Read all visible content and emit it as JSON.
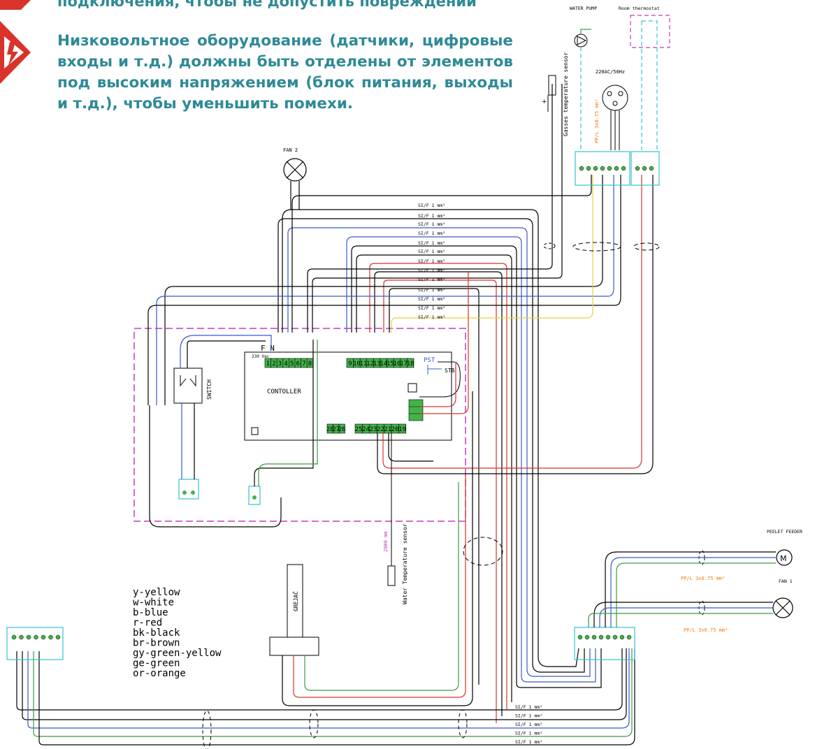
{
  "warning": {
    "top_line": "подключения, чтобы не допустить повреждений",
    "paragraph": "Низковольтное оборудование (датчики, цифровые входы и т.д.) должны быть отделены от элементов под высоким напряжением (блок питания, выходы и т.д.), чтобы уменьшить помехи."
  },
  "labels": {
    "water_pump": "WATER PUMP",
    "room_thermostat": "Room thermostat",
    "supply": "220AC/50Hz",
    "ppl_vertical": "PP/L 3x0.75 mm²",
    "gas_sensor": "Gasses temperature sensor",
    "fan2": "FAN 2",
    "switch": "SWITCH",
    "controller": "CONTOLLER",
    "pst": "PST",
    "stb": "STB",
    "supply_small": "230 Vac",
    "water_sensor": "Water Temperature sensor",
    "length": "2000 mm",
    "heater": "GREJAČ",
    "pellet_feeder": "PEELET FEEDER",
    "fan1": "FAN 1",
    "ppl_feeder": "PP/L 3x0.75 mm²",
    "ppl_fan1": "PP/L 3x0.75 mm²",
    "motor_symbol": "M",
    "fn": "F N"
  },
  "cable_labels": [
    "SI/F 1 mm²",
    "SI/F 1 mm²",
    "SI/F 1 mm²",
    "SI/F 1 mm²",
    "SI/F 1 mm²",
    "SI/F 1 mm²",
    "SI/F 1 mm²",
    "SI/F 1 mm²",
    "SI/F 1 mm²",
    "SI/F 1 mm²",
    "SI/F 1 mm²",
    "SI/F 1 mm²",
    "SI/F 1 mm²",
    "SI/F 1 mm²"
  ],
  "bottom_cable_labels": [
    "SI/F 1 mm²",
    "SI/F 1 mm²",
    "SI/F 1 mm²",
    "SI/F 1 mm²",
    "SI/F 1 mm²"
  ],
  "terminals_left": [
    "1",
    "2",
    "3",
    "4",
    "5",
    "6",
    "7",
    "8"
  ],
  "terminals_mid": [
    "9",
    "10",
    "11",
    "12",
    "13",
    "14",
    "15",
    "16",
    "17",
    "18"
  ],
  "terminals_bottom_a": [
    "28",
    "27",
    "26"
  ],
  "terminals_bottom_b": [
    "25",
    "24",
    "23",
    "22",
    "21",
    "20",
    "19"
  ],
  "legend": [
    "y-yellow",
    "w-white",
    "b-blue",
    "r-red",
    "bk-black",
    "br-brown",
    "gy-green-yellow",
    "ge-green",
    "or-orange"
  ],
  "colors": {
    "text_teal": "#2f8a97",
    "dashed_magenta": "#c23bbf",
    "terminal_green": "#43b34a",
    "wire_red": "#d9332b",
    "wire_blue": "#3a59c9",
    "wire_yellow": "#e2d43a",
    "wire_green": "#3c9a46",
    "box_cyan": "#33c3cf",
    "warn_red": "#d9332b"
  }
}
